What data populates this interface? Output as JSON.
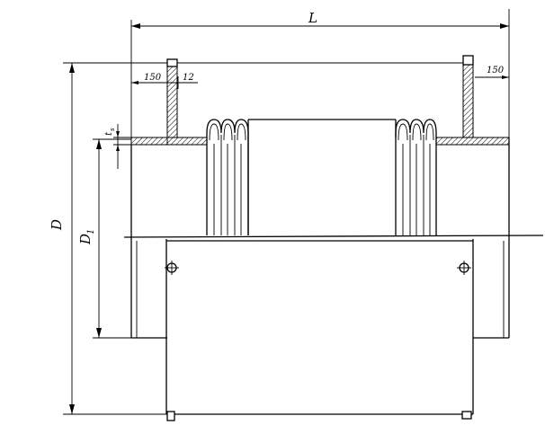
{
  "dimensions": {
    "overall_length": "L",
    "outer_diameter": "D",
    "inner_diameter": "D",
    "inner_diameter_subscript": "1",
    "wall_thickness": "t",
    "wall_thickness_subscript": "s",
    "left_offset": "150",
    "flange_thickness": "12",
    "right_offset": "150"
  }
}
